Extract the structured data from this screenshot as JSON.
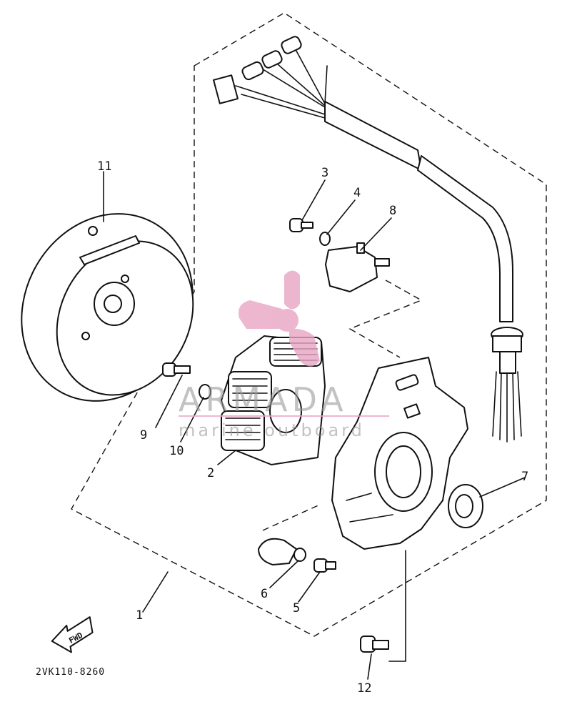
{
  "diagram_code": "2VK110-8260",
  "direction_label": "FWD",
  "watermark": {
    "brand": "ARMADA",
    "tagline": "marine outboard",
    "color": "#e8a5c4"
  },
  "callouts": [
    "1",
    "2",
    "3",
    "4",
    "5",
    "6",
    "7",
    "8",
    "9",
    "10",
    "11",
    "12"
  ]
}
